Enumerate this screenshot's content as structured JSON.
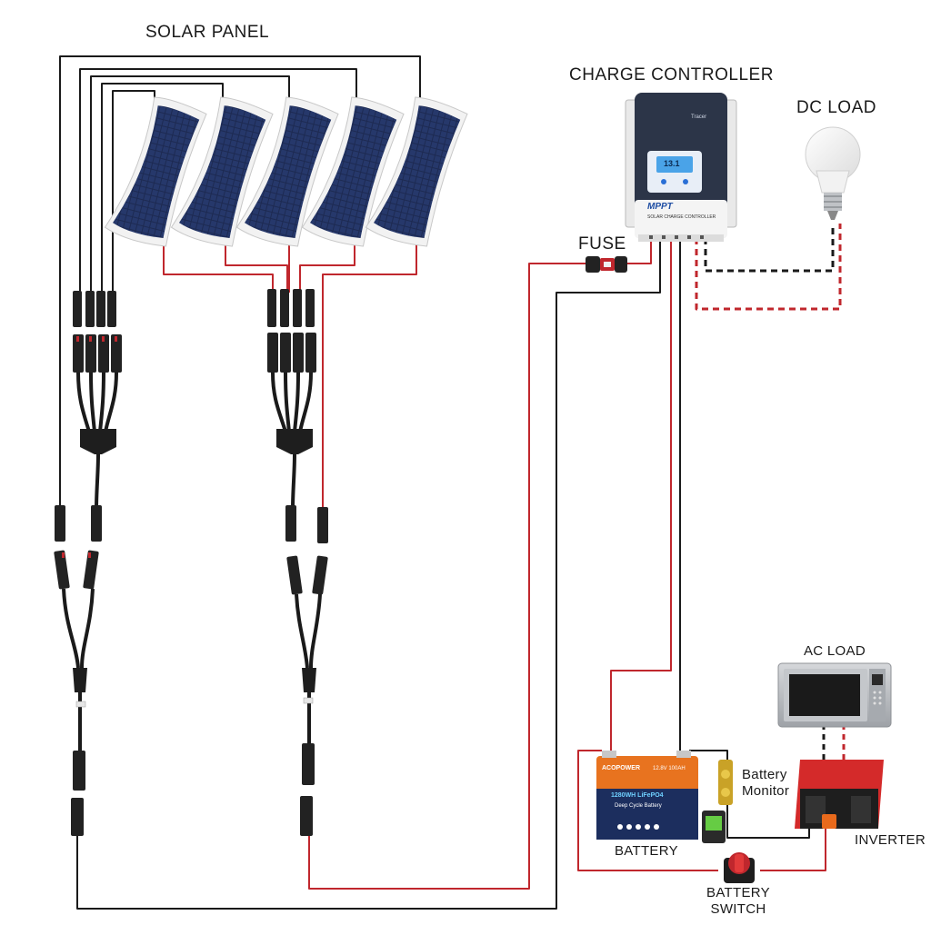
{
  "labels": {
    "solar_panel": "SOLAR PANEL",
    "charge_controller": "CHARGE CONTROLLER",
    "dc_load": "DC LOAD",
    "fuse": "FUSE",
    "ac_load": "AC LOAD",
    "battery_monitor_line1": "Battery",
    "battery_monitor_line2": "Monitor",
    "battery": "BATTERY",
    "inverter": "INVERTER",
    "battery_switch_line1": "BATTERY",
    "battery_switch_line2": "SWITCH"
  },
  "controller": {
    "brand": "Tracer",
    "model_text": "MPPT",
    "subtitle": "SOLAR CHARGE CONTROLLER",
    "lcd_value": "13.1"
  },
  "battery": {
    "brand": "ACOPOWER",
    "spec": "12.8V 100AH",
    "capacity_text": "1280WH LiFePO4",
    "type_text": "Deep Cycle Battery"
  },
  "colors": {
    "wire_black": "#1a1a1a",
    "wire_red": "#c0272d",
    "panel_cell": "#1d2a52",
    "panel_frame": "#f2f2f2",
    "controller_body": "#2c3548",
    "battery_orange": "#e8731f",
    "battery_navy": "#1c2e5e",
    "inverter_red": "#d42a2a",
    "microwave_steel": "#b9bcc0"
  },
  "icons": {
    "bulb": "light-bulb-icon",
    "fuse": "inline-fuse-icon",
    "switch": "rotary-switch-icon"
  }
}
